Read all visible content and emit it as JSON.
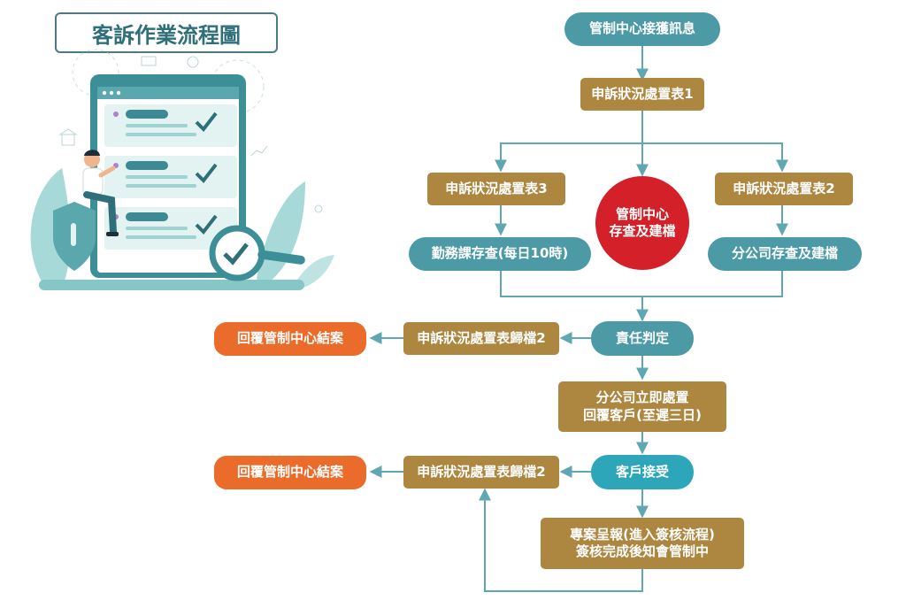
{
  "title": "客訴作業流程圖",
  "nodes": {
    "n1": "管制中心接獲訊息",
    "n2": "申訴狀況處置表1",
    "n3": "申訴狀況處置表3",
    "n4": "申訴狀況處置表2",
    "center_line1": "管制中心",
    "center_line2": "存查及建檔",
    "n5": "勤務課存查(每日10時)",
    "n6": "分公司存查及建檔",
    "n7": "責任判定",
    "n8": "申訴狀況處置表歸檔2",
    "n9": "回覆管制中心結案",
    "n10_line1": "分公司立即處置",
    "n10_line2": "回覆客戶(至遲三日)",
    "n11": "客戶接受",
    "n12": "申訴狀況處置表歸檔2",
    "n13": "回覆管制中心結案",
    "n14_line1": "專案呈報(進入簽核流程)",
    "n14_line2": "簽核完成後知會管制中"
  },
  "colors": {
    "teal": "#4b9aa6",
    "brown": "#ad8640",
    "orange": "#ea6b2a",
    "red": "#d42028",
    "connector": "#5fa7b1"
  }
}
